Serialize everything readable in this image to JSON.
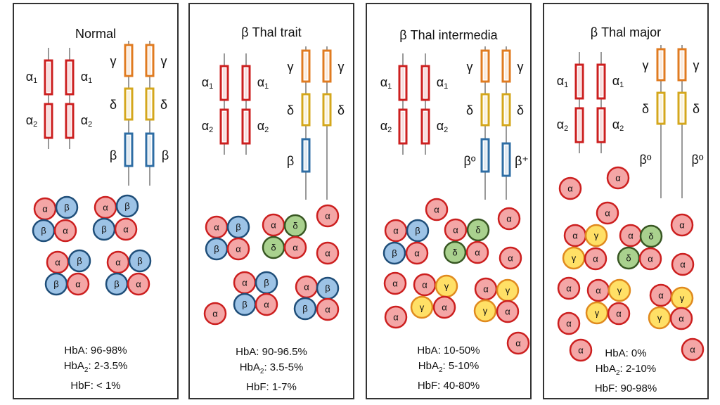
{
  "panels": [
    {
      "id": "normal",
      "title": "Normal",
      "hba": "HbA: 96-98%",
      "hba2_pre": "HbA",
      "hba2_sub": "2",
      "hba2_val": ": 2-3.5%",
      "hbf": "HbF: < 1%",
      "genes": {
        "alpha": [
          {
            "label": "α",
            "sub": "1",
            "label2": "α",
            "sub2": "1"
          },
          {
            "label": "α",
            "sub": "2",
            "label2": "α",
            "sub2": "2"
          }
        ],
        "nonalpha": [
          {
            "gene": "gamma",
            "label": "γ",
            "label2": "γ"
          },
          {
            "gene": "delta",
            "label": "δ",
            "label2": "δ"
          },
          {
            "gene": "beta",
            "label": "β",
            "label2": "β"
          }
        ]
      }
    },
    {
      "id": "trait",
      "title": "β Thal trait",
      "hba": "HbA: 90-96.5%",
      "hba2_pre": "HbA",
      "hba2_sub": "2",
      "hba2_val": ": 3.5-5%",
      "hbf": "HbF: 1-7%",
      "genes": {
        "alpha": [
          {
            "label": "α",
            "sub": "1",
            "label2": "α",
            "sub2": "1"
          },
          {
            "label": "α",
            "sub": "2",
            "label2": "α",
            "sub2": "2"
          }
        ],
        "nonalpha": [
          {
            "gene": "gamma",
            "label": "γ",
            "label2": "γ"
          },
          {
            "gene": "delta",
            "label": "δ",
            "label2": "δ"
          },
          {
            "gene": "beta",
            "label": "β",
            "label2": ""
          }
        ]
      }
    },
    {
      "id": "intermedia",
      "title": "β Thal intermedia",
      "hba": "HbA: 10-50%",
      "hba2_pre": "HbA",
      "hba2_sub": "2",
      "hba2_val": ": 5-10%",
      "hbf": "HbF: 40-80%",
      "genes": {
        "alpha": [
          {
            "label": "α",
            "sub": "1",
            "label2": "α",
            "sub2": "1"
          },
          {
            "label": "α",
            "sub": "2",
            "label2": "α",
            "sub2": "2"
          }
        ],
        "nonalpha": [
          {
            "gene": "gamma",
            "label": "γ",
            "label2": "γ"
          },
          {
            "gene": "delta",
            "label": "δ",
            "label2": "δ"
          },
          {
            "gene": "beta",
            "label": "βº",
            "label2": "β⁺"
          }
        ]
      }
    },
    {
      "id": "major",
      "title": "β Thal major",
      "hba": "HbA: 0%",
      "hba2_pre": "HbA",
      "hba2_sub": "2",
      "hba2_val": ": 2-10%",
      "hbf": "HbF: 90-98%",
      "genes": {
        "alpha": [
          {
            "label": "α",
            "sub": "1",
            "label2": "α",
            "sub2": "1"
          },
          {
            "label": "α",
            "sub": "2",
            "label2": "α",
            "sub2": "2"
          }
        ],
        "nonalpha": [
          {
            "gene": "gamma",
            "label": "γ",
            "label2": "γ"
          },
          {
            "gene": "delta",
            "label": "δ",
            "label2": "δ"
          },
          {
            "gene": "beta",
            "label": "βº",
            "label2": "βº"
          }
        ]
      }
    }
  ],
  "chain_letters": {
    "alpha": "α",
    "beta": "β",
    "gamma": "γ",
    "delta": "δ"
  },
  "colors": {
    "alpha_fill": "#f4a6a6",
    "alpha_stroke": "#cc1f1f",
    "beta_fill": "#9dc3e6",
    "beta_stroke": "#1f4e79",
    "gamma_fill": "#ffe066",
    "gamma_stroke": "#e08a1e",
    "delta_fill": "#a9d18e",
    "delta_stroke": "#385723",
    "gene_alpha": "#cc1f1f",
    "gene_gamma": "#e07b20",
    "gene_delta": "#d4a71c",
    "gene_beta": "#2e6da4"
  }
}
